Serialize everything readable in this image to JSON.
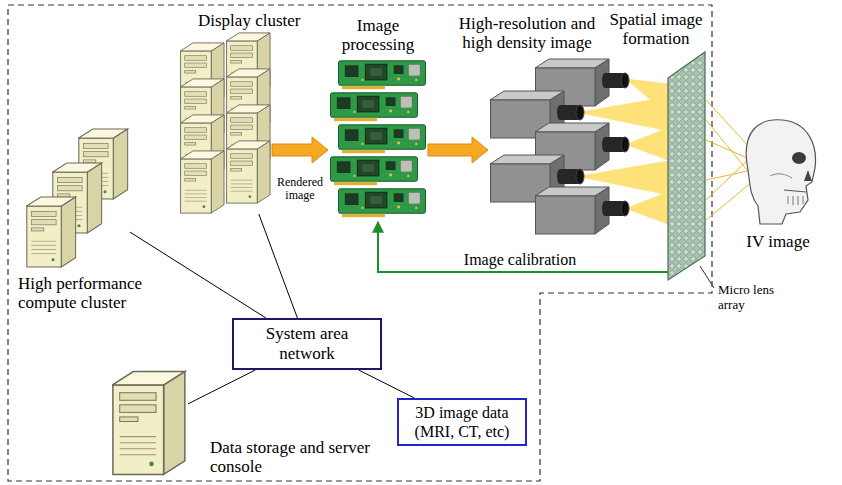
{
  "diagram": {
    "nodes": [
      {
        "text": [
          "Display cluster"
        ]
      },
      {
        "text": [
          "Image processing"
        ]
      },
      {
        "text": [
          "High-resolution and high density image"
        ]
      },
      {
        "text": [
          "Spatial image formation",
          "Micro lens array"
        ]
      },
      {
        "text": [
          "IV image"
        ]
      },
      {
        "text": [
          "High performance compute cluster"
        ]
      },
      {
        "text": [
          "System area network"
        ]
      },
      {
        "text": [
          "Data storage and server console"
        ]
      },
      {
        "text": [
          "3D image data (MRI, CT, etc)"
        ]
      }
    ],
    "edges": [
      {
        "from": 0,
        "to": 1,
        "arrow": "to",
        "label": "Rendered image"
      },
      {
        "from": 1,
        "to": 2,
        "arrow": "to"
      },
      {
        "from": 3,
        "to": 1,
        "arrow": "to",
        "label": "Image calibration"
      },
      {
        "from": 6,
        "to": 0,
        "arrow": "none"
      },
      {
        "from": 6,
        "to": 5,
        "arrow": "none"
      },
      {
        "from": 6,
        "to": 7,
        "arrow": "none"
      },
      {
        "from": 6,
        "to": 8,
        "arrow": "none"
      }
    ]
  }
}
